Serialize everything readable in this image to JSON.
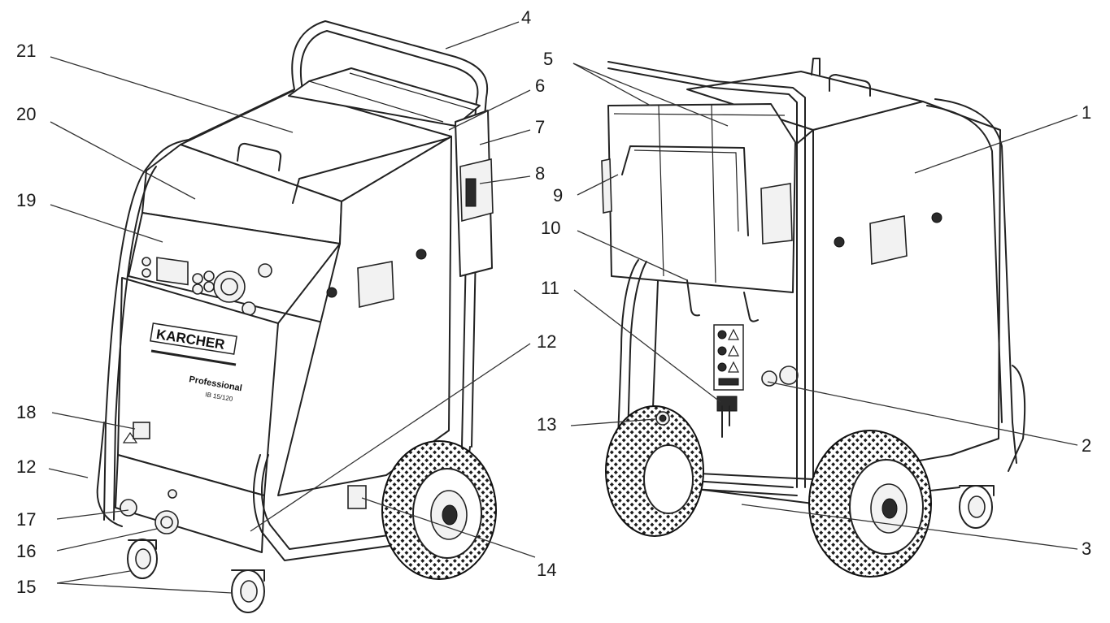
{
  "figure": {
    "brand_text": "KARCHER",
    "series_text": "Professional",
    "model_text": "IB 15/120",
    "callouts": [
      {
        "id": "c1",
        "number": "1"
      },
      {
        "id": "c2",
        "number": "2"
      },
      {
        "id": "c3",
        "number": "3"
      },
      {
        "id": "c4",
        "number": "4"
      },
      {
        "id": "c5",
        "number": "5"
      },
      {
        "id": "c6",
        "number": "6"
      },
      {
        "id": "c7",
        "number": "7"
      },
      {
        "id": "c8",
        "number": "8"
      },
      {
        "id": "c9",
        "number": "9"
      },
      {
        "id": "c10",
        "number": "10"
      },
      {
        "id": "c11",
        "number": "11"
      },
      {
        "id": "c12a",
        "number": "12"
      },
      {
        "id": "c12b",
        "number": "12"
      },
      {
        "id": "c13",
        "number": "13"
      },
      {
        "id": "c14",
        "number": "14"
      },
      {
        "id": "c15",
        "number": "15"
      },
      {
        "id": "c16",
        "number": "16"
      },
      {
        "id": "c17",
        "number": "17"
      },
      {
        "id": "c18",
        "number": "18"
      },
      {
        "id": "c19",
        "number": "19"
      },
      {
        "id": "c20",
        "number": "20"
      },
      {
        "id": "c21",
        "number": "21"
      }
    ]
  }
}
